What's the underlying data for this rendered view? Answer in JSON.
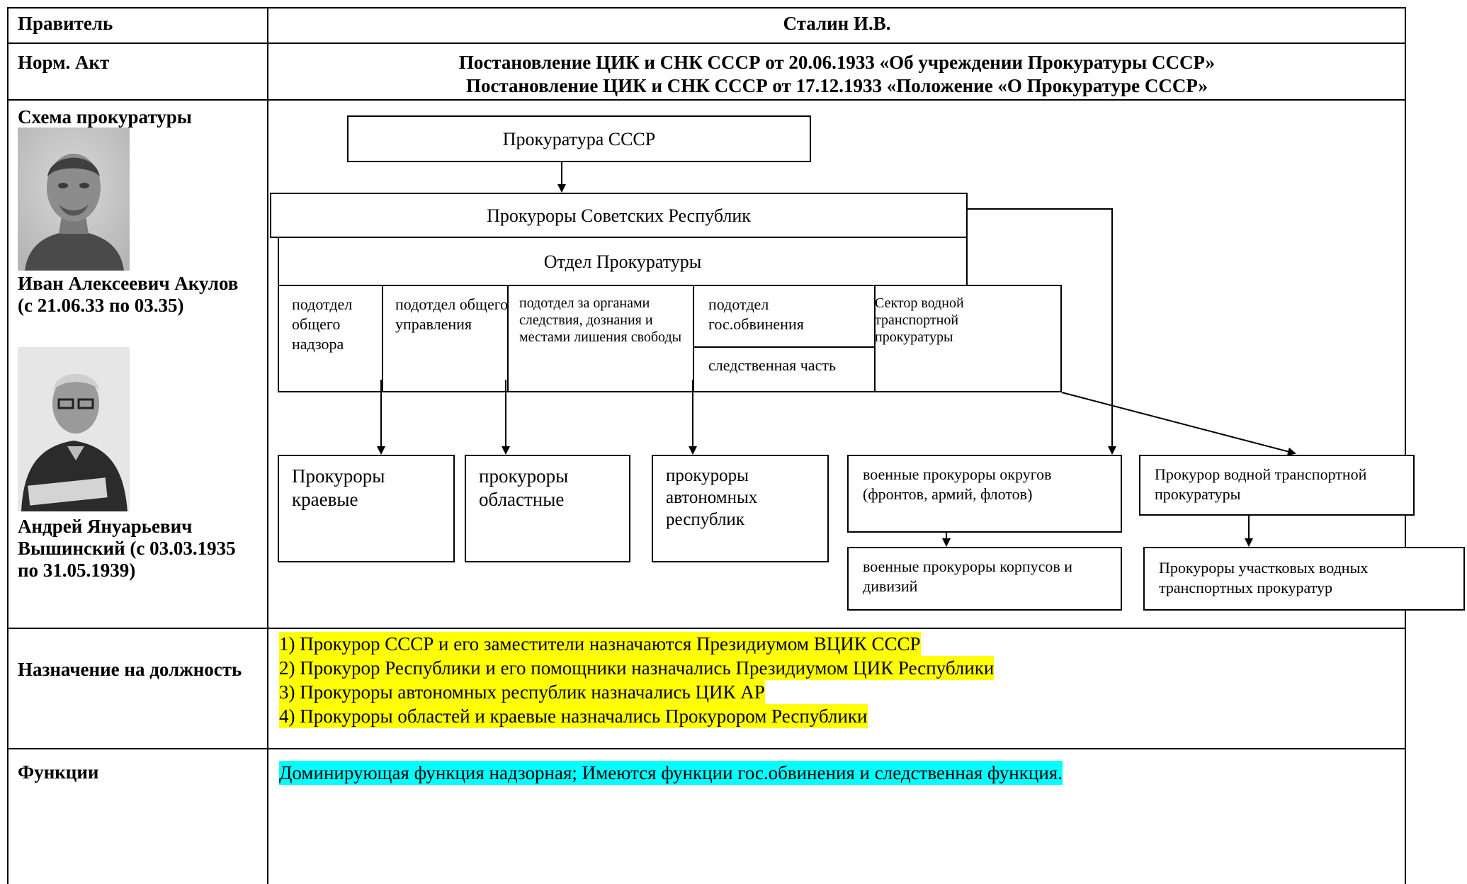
{
  "table": {
    "ruler_label": "Правитель",
    "ruler_value": "Сталин И.В.",
    "act_label": "Норм. Акт",
    "act_line1": "Постановление ЦИК и СНК СССР от 20.06.1933 «Об учреждении Прокуратуры СССР»",
    "act_line2": "Постановление ЦИК и СНК СССР от 17.12.1933 «Положение «О Прокуратуре СССР»",
    "scheme_label": "Схема прокуратуры",
    "person1_caption": "Иван Алексеевич Акулов (с 21.06.33 по 03.35)",
    "person2_caption": "Андрей Януарьевич Вышинский (с 03.03.1935 по 31.05.1939)",
    "appoint_label": "Назначение на должность",
    "functions_label": "Функции"
  },
  "diagram": {
    "top": "Прокуратура  СССР",
    "republics": "Прокуроры Советских Республик",
    "department": "Отдел Прокуратуры",
    "sub1": "подотдел общего надзора",
    "sub2": "подотдел общего управления",
    "sub3": "подотдел за органами следствия, дознания и местами лишения свободы",
    "sub4": "подотдел гос.обвинения",
    "sub5": "следственная часть",
    "sub6": "Сектор водной транспортной прокуратуры",
    "kraevye": "Прокуроры краевые",
    "oblastnye": "прокуроры областные",
    "autonomous": "прокуроры автономных республик",
    "military_districts": "военные прокуроры округов (фронтов, армий, флотов)",
    "water_prosecutor": "Прокурор водной транспортной прокуратуры",
    "military_corps": "военные прокуроры  корпусов и дивизий",
    "water_sections": "Прокуроры участковых водных транспортных прокуратур"
  },
  "appointments": [
    "1) Прокурор СССР и его заместители назначаются Президиумом ВЦИК СССР",
    "2) Прокурор Республики и  его помощники назначались Президиумом ЦИК Республики",
    "3) Прокуроры автономных республик назначались ЦИК АР",
    "4) Прокуроры областей и краевые назначались Прокурором Республики"
  ],
  "functions_text": "Доминирующая функция надзорная; Имеются функции гос.обвинения и следственная функция.",
  "colors": {
    "highlight_yellow": "#ffff00",
    "highlight_cyan": "#00ffff"
  }
}
